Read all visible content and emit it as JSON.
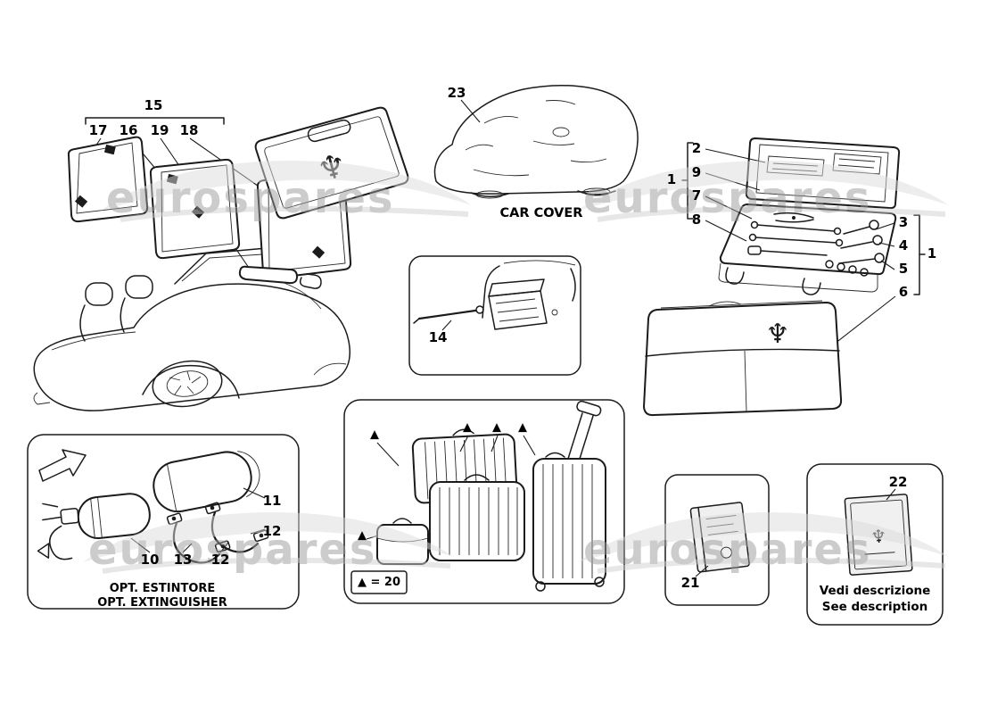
{
  "watermark": {
    "text": "eurospares"
  },
  "icons": {
    "trident": "♆",
    "triangle_marker": "▲"
  },
  "windstop": {
    "group_label": "15",
    "part_labels": {
      "p17": "17",
      "p16": "16",
      "p19": "19",
      "p18": "18"
    }
  },
  "car_cover": {
    "part_label": "23",
    "caption": "CAR COVER"
  },
  "tool_kit": {
    "left_parts": {
      "p2": "2",
      "p9": "9",
      "p7": "7",
      "p8": "8"
    },
    "left_group_label": "1",
    "right_parts": {
      "p3": "3",
      "p4": "4",
      "p5": "5",
      "p6": "6"
    },
    "right_group_label": "1"
  },
  "console_tool": {
    "part_label": "14"
  },
  "extinguisher": {
    "part_labels": {
      "p11": "11",
      "p12_upper": "12",
      "p10": "10",
      "p13": "13",
      "p12_lower": "12"
    },
    "caption_line1": "OPT. ESTINTORE",
    "caption_line2": "OPT. EXTINGUISHER"
  },
  "luggage": {
    "legend": "▲ = 20"
  },
  "booklet": {
    "part_label": "21"
  },
  "description_note": {
    "part_label": "22",
    "caption_line1": "Vedi descrizione",
    "caption_line2": "See description"
  }
}
